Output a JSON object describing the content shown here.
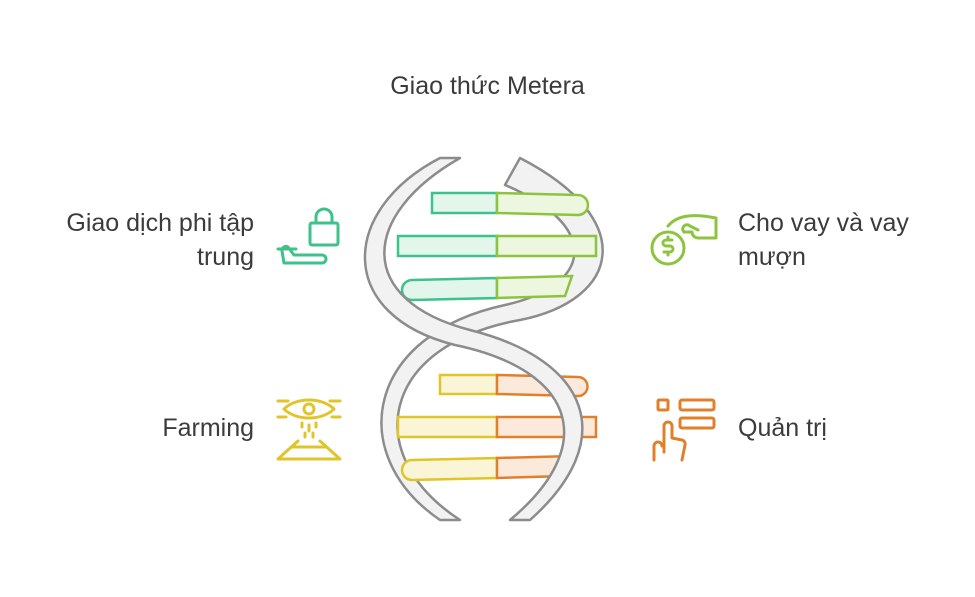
{
  "title": "Giao thức Metera",
  "items": [
    {
      "label_line1": "Giao dịch phi tập",
      "label_line2": "trung",
      "icon": "lock-hand-icon",
      "color": "#3ec18a"
    },
    {
      "label_line1": "Cho vay và vay",
      "label_line2": "mượn",
      "icon": "coin-hand-icon",
      "color": "#8cc43e"
    },
    {
      "label_line1": "Farming",
      "label_line2": "",
      "icon": "farming-eye-icon",
      "color": "#e0c52a"
    },
    {
      "label_line1": "Quản trị",
      "label_line2": "",
      "icon": "governance-touch-icon",
      "color": "#e0802a"
    }
  ],
  "colors": {
    "helix_fill": "#f2f2f2",
    "helix_stroke": "#8c8c8c",
    "green": "#3ec18a",
    "lime": "#8cc43e",
    "yellow": "#e0c52a",
    "orange": "#e0802a"
  }
}
